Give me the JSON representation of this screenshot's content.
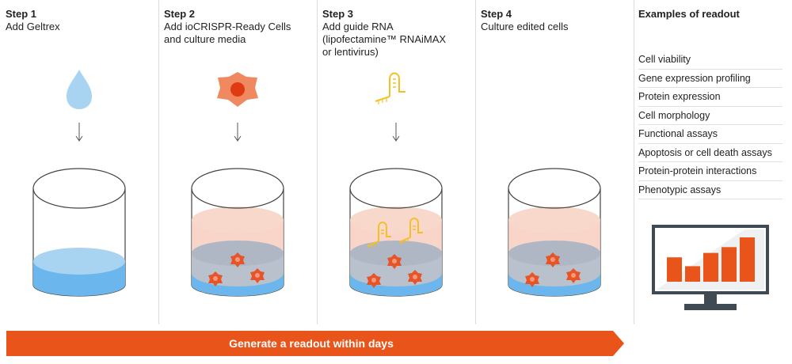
{
  "steps": [
    {
      "title": "Step 1",
      "desc": "Add Geltrex"
    },
    {
      "title": "Step 2",
      "desc": "Add ioCRISPR-Ready Cells\nand culture media"
    },
    {
      "title": "Step 3",
      "desc": "Add guide RNA\n(lipofectamine™ RNAiMAX\nor lentivirus)"
    },
    {
      "title": "Step 4",
      "desc": "Culture edited cells"
    }
  ],
  "readout": {
    "title": "Examples of readout",
    "items": [
      "Cell viability",
      "Gene expression profiling",
      "Protein expression",
      "Cell morphology",
      "Functional assays",
      "Apoptosis or cell death assays",
      "Protein-protein interactions",
      "Phenotypic assays"
    ]
  },
  "banner": {
    "text": "Generate a readout within days"
  },
  "colors": {
    "gel": "#a8d4f2",
    "gel_dark": "#6bb6ec",
    "media": "#f7cdbf",
    "cell": "#e8542a",
    "cell_light": "#f08860",
    "rna": "#f5c027",
    "banner": "#e8541a",
    "monitor": "#3f4a52"
  },
  "monitor_bars": [
    0.55,
    0.35,
    0.65,
    0.78,
    1.0
  ]
}
